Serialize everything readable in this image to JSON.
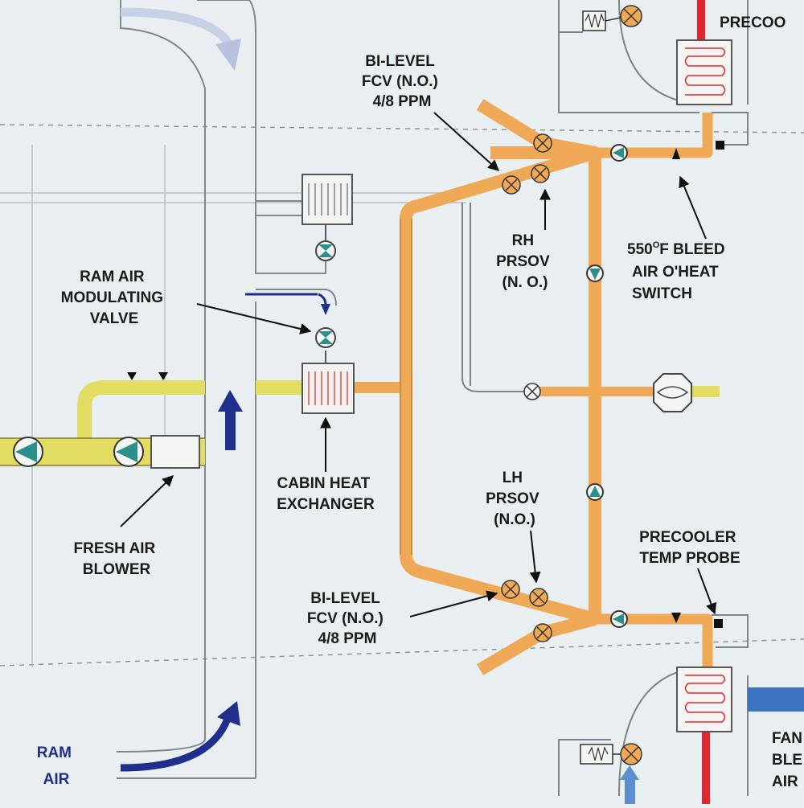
{
  "labels": {
    "bilevel_top": [
      "BI-LEVEL",
      "FCV (N.O.)",
      "4/8 PPM"
    ],
    "precooler_top": "PRECOO",
    "ram_air_valve": [
      "RAM AIR",
      "MODULATING",
      "VALVE"
    ],
    "rh_prsov": [
      "RH",
      "PRSOV",
      "(N. O.)"
    ],
    "bleed_switch": [
      "AIR O'HEAT",
      "SWITCH"
    ],
    "bleed_switch_temp": "550",
    "bleed_switch_unit_sup": "O",
    "bleed_switch_after": "F BLEED",
    "cabin_hx": [
      "CABIN HEAT",
      "EXCHANGER"
    ],
    "fresh_air_blower": [
      "FRESH AIR",
      "BLOWER"
    ],
    "lh_prsov": [
      "LH",
      "PRSOV",
      "(N.O.)"
    ],
    "precooler_probe": [
      "PRECOOLER",
      "TEMP PROBE"
    ],
    "bilevel_bottom": [
      "BI-LEVEL",
      "FCV (N.O.)",
      "4/8 PPM"
    ],
    "ram_air": [
      "RAM",
      "AIR"
    ],
    "fan_bleed_air": [
      "FAN",
      "BLE",
      "AIR"
    ]
  },
  "colors": {
    "background": "#e9eef1",
    "bleed_duct": "#efa855",
    "fresh_air_duct": "#e3dc62",
    "ram_air_arrow": "#1f2f8c",
    "hot_duct": "#e2262f",
    "pump_triangle": "#2b8f8a",
    "cold_arrow": "#5b8fd0"
  }
}
